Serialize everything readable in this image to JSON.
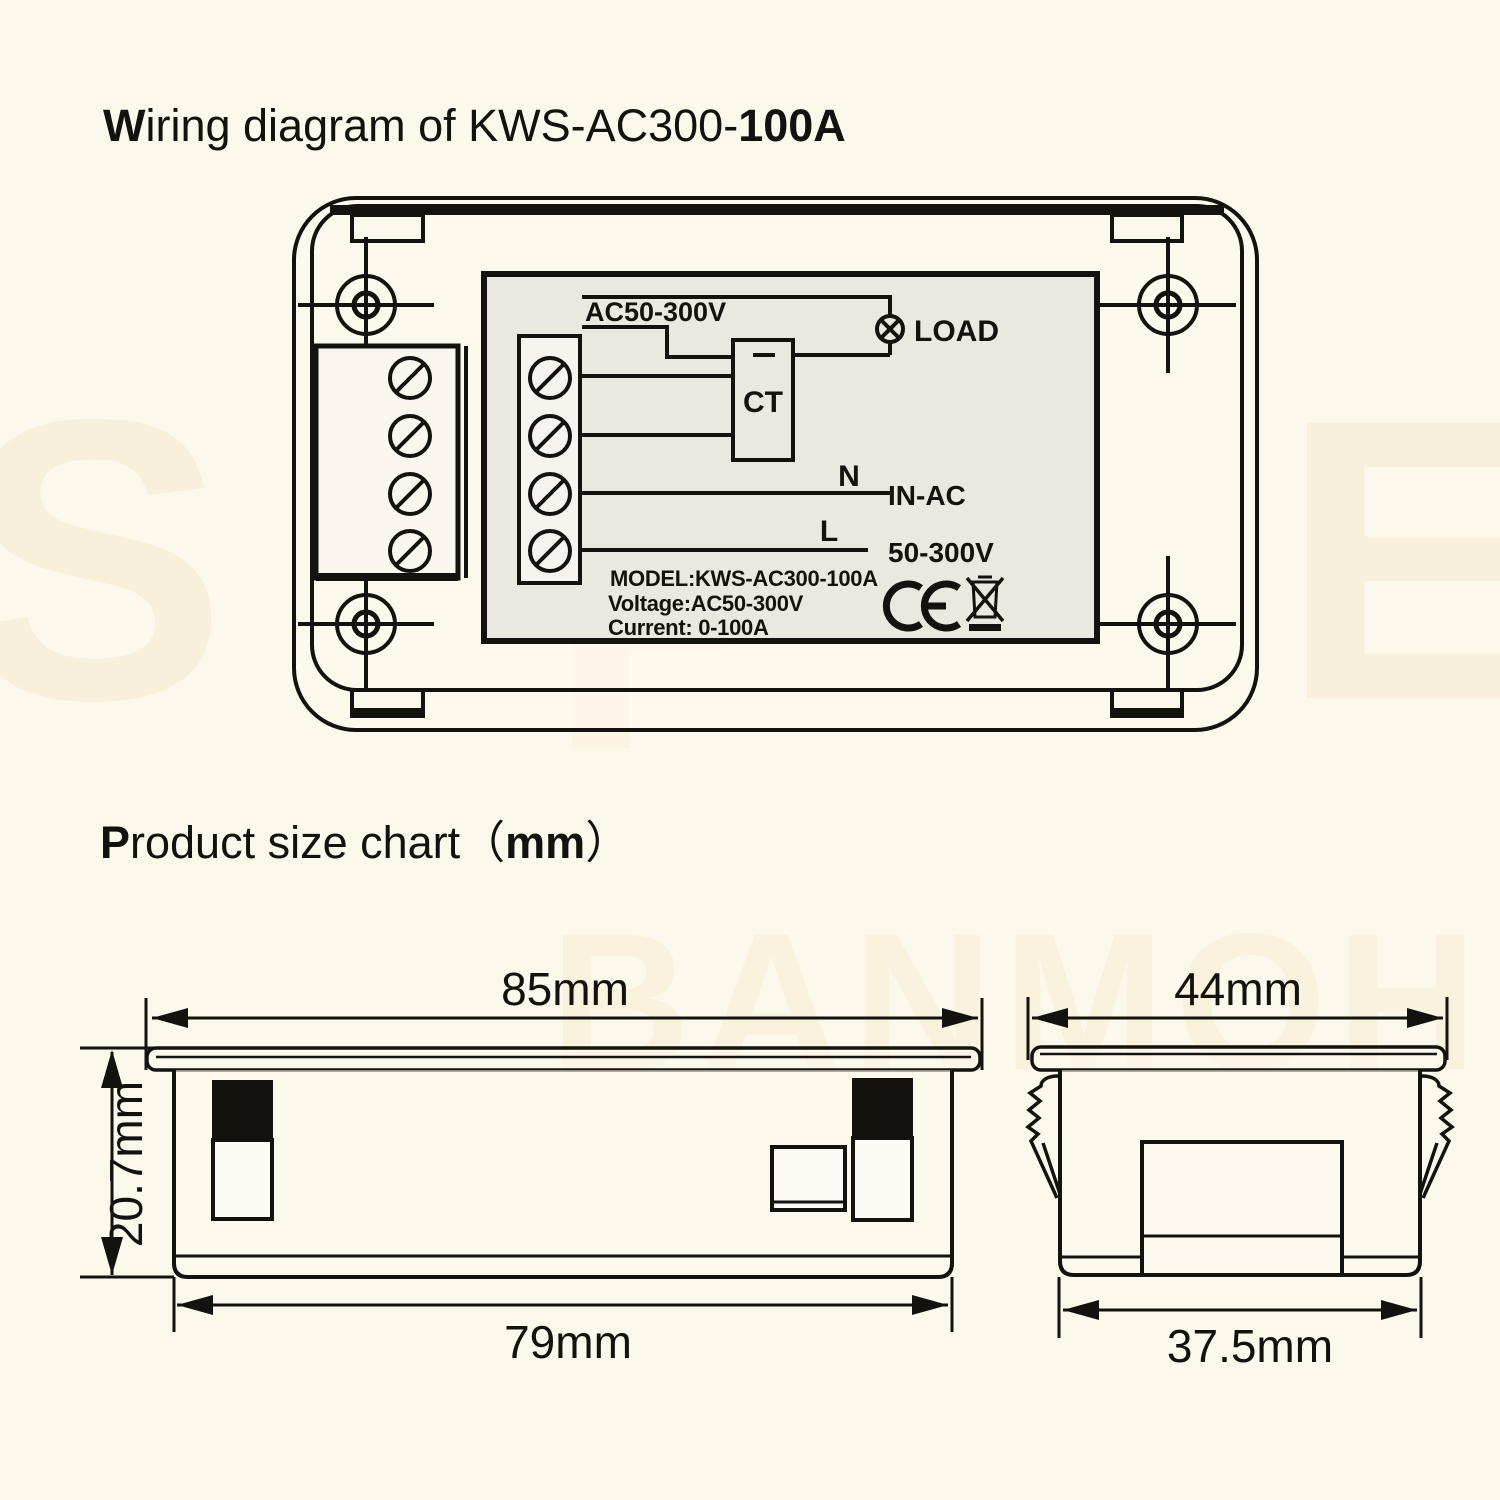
{
  "titles": {
    "wiring": {
      "lead": "W",
      "body": "iring diagram of KWS-AC300-",
      "tail": "100A"
    },
    "size": {
      "lead": "P",
      "body": "roduct size chart",
      "open": "（",
      "unit": "mm",
      "close": "）"
    }
  },
  "wiring_labels": {
    "ac_range": "AC50-300V",
    "load": "LOAD",
    "ct": "CT",
    "neutral": "N",
    "in_ac": "IN-AC",
    "line": "L",
    "voltage_range": "50-300V",
    "model_line1": "MODEL:KWS-AC300-100A",
    "model_line2": "Voltage:AC50-300V",
    "model_line3": "Current: 0-100A"
  },
  "dimensions": {
    "front_width": "85mm",
    "front_height": "20.7mm",
    "front_inner_width": "79mm",
    "side_width": "44mm",
    "side_inner_width": "37.5mm"
  },
  "watermark": {
    "top_s": "S",
    "top_p": "P",
    "top_e": "E",
    "bottom": "BANMOH"
  },
  "colors": {
    "background": "#fcf8ec",
    "ink": "#14120e",
    "panel": "#ebe8e2"
  }
}
